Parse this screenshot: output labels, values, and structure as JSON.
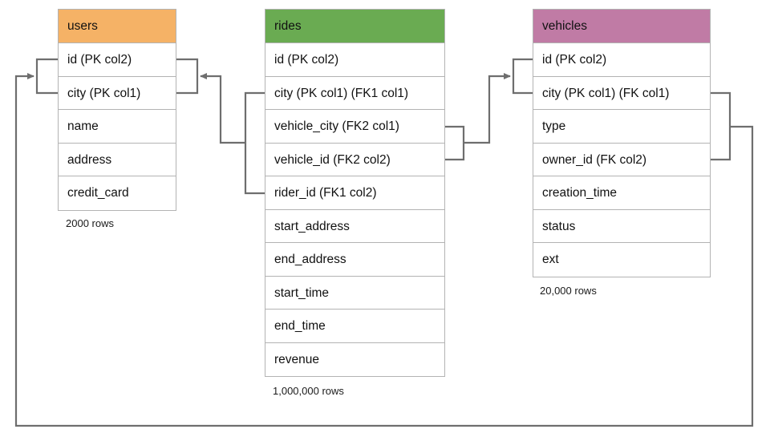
{
  "diagram": {
    "type": "entity-relationship-diagram",
    "line_color": "#6e6e6e",
    "border_color": "#b3b3b3",
    "background": "#ffffff"
  },
  "tables": [
    {
      "name": "users",
      "header_color": "#f5b266",
      "row_count_label": "2000 rows",
      "fields": [
        "id (PK col2)",
        "city (PK col1)",
        "name",
        "address",
        "credit_card"
      ]
    },
    {
      "name": "rides",
      "header_color": "#6aab52",
      "row_count_label": "1,000,000 rows",
      "fields": [
        "id (PK col2)",
        "city (PK col1) (FK1 col1)",
        "vehicle_city (FK2 col1)",
        "vehicle_id (FK2 col2)",
        "rider_id (FK1 col2)",
        "start_address",
        "end_address",
        "start_time",
        "end_time",
        "revenue"
      ]
    },
    {
      "name": "vehicles",
      "header_color": "#c07ba5",
      "row_count_label": "20,000 rows",
      "fields": [
        "id (PK col2)",
        "city (PK col1) (FK col1)",
        "type",
        "owner_id (FK col2)",
        "creation_time",
        "status",
        "ext"
      ]
    }
  ],
  "relationships": [
    {
      "name": "rides-fk1-to-users",
      "from_table": "rides",
      "from_fields": [
        "city (PK col1) (FK1 col1)",
        "rider_id (FK1 col2)"
      ],
      "to_table": "users",
      "to_fields": [
        "id (PK col2)",
        "city (PK col1)"
      ]
    },
    {
      "name": "rides-fk2-to-vehicles",
      "from_table": "rides",
      "from_fields": [
        "vehicle_city (FK2 col1)",
        "vehicle_id (FK2 col2)"
      ],
      "to_table": "vehicles",
      "to_fields": [
        "id (PK col2)",
        "city (PK col1) (FK col1)"
      ]
    },
    {
      "name": "vehicles-fk-to-users",
      "from_table": "vehicles",
      "from_fields": [
        "city (PK col1) (FK col1)",
        "owner_id (FK col2)"
      ],
      "to_table": "users",
      "to_fields": [
        "id (PK col2)",
        "city (PK col1)"
      ]
    }
  ]
}
